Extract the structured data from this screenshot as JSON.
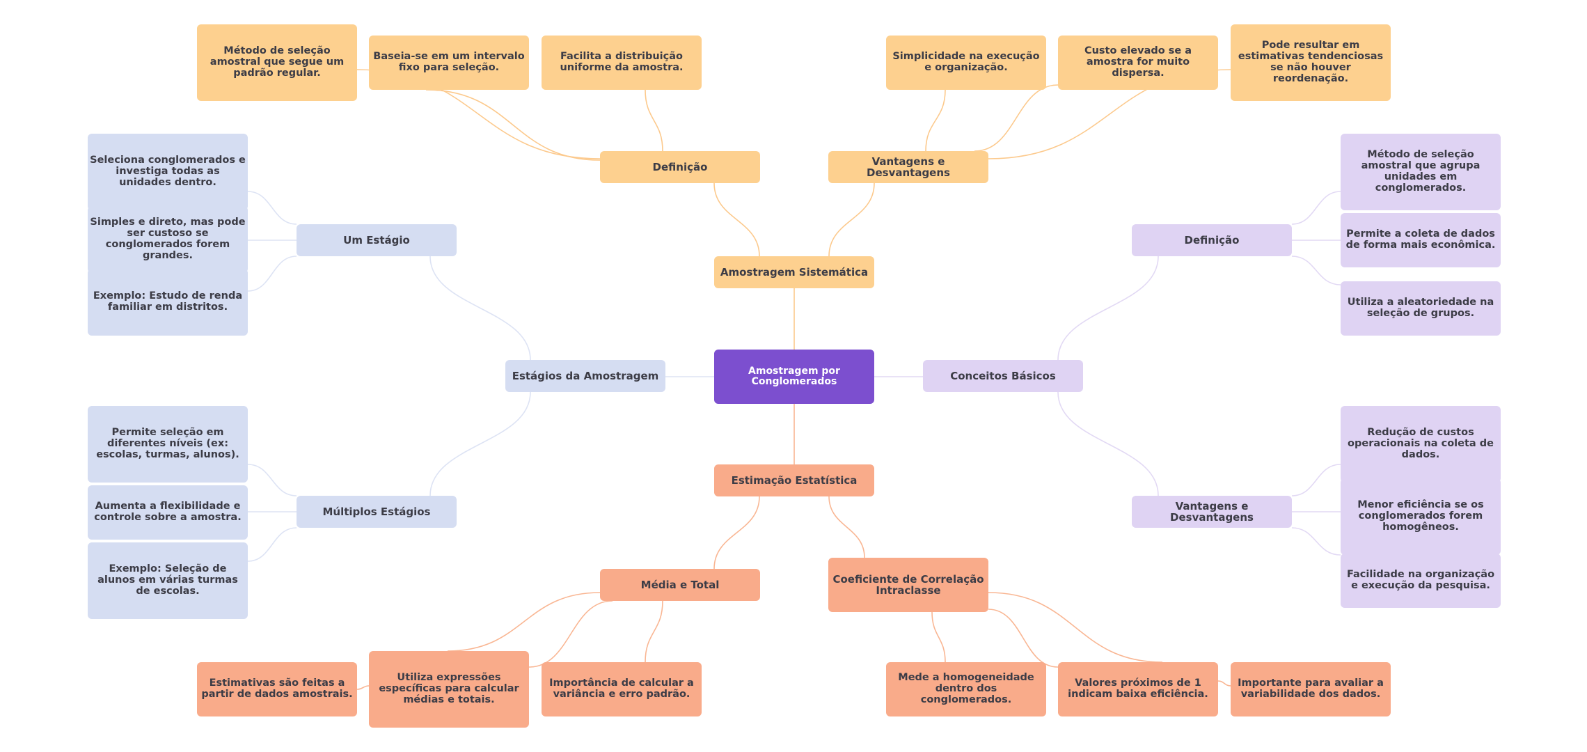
{
  "colors": {
    "root": "#7c4fcf",
    "orange": "#fdd08f",
    "orange_line": "#fcc98c",
    "blue": "#d5ddf2",
    "blue_line": "#dde3f4",
    "lavender": "#dfd3f3",
    "lavender_line": "#e2d9f4",
    "salmon": "#f9ab8a",
    "salmon_line": "#f9b693"
  },
  "root": {
    "label": "Amostragem por Conglomerados"
  },
  "branches": {
    "sistematica": {
      "label": "Amostragem Sistemática",
      "definicao": {
        "label": "Definição",
        "leaves": [
          "Método de seleção amostral que segue um padrão regular.",
          "Baseia-se em um intervalo fixo para seleção.",
          "Facilita a distribuição uniforme da amostra."
        ]
      },
      "vantagens": {
        "label": "Vantagens e Desvantagens",
        "leaves": [
          "Simplicidade na execução e organização.",
          "Custo elevado se a amostra for muito dispersa.",
          "Pode resultar em estimativas tendenciosas se não houver reordenação."
        ]
      }
    },
    "estagios": {
      "label": "Estágios da Amostragem",
      "um_estagio": {
        "label": "Um Estágio",
        "leaves": [
          "Seleciona conglomerados e investiga todas as unidades dentro.",
          "Simples e direto, mas pode ser custoso se conglomerados forem grandes.",
          "Exemplo: Estudo de renda familiar em distritos."
        ]
      },
      "multiplos": {
        "label": "Múltiplos Estágios",
        "leaves": [
          "Permite seleção em diferentes níveis (ex: escolas, turmas, alunos).",
          "Aumenta a flexibilidade e controle sobre a amostra.",
          "Exemplo: Seleção de alunos em várias turmas de escolas."
        ]
      }
    },
    "conceitos": {
      "label": "Conceitos Básicos",
      "definicao": {
        "label": "Definição",
        "leaves": [
          "Método de seleção amostral que agrupa unidades em conglomerados.",
          "Permite a coleta de dados de forma mais econômica.",
          "Utiliza a aleatoriedade na seleção de grupos."
        ]
      },
      "vantagens": {
        "label": "Vantagens e Desvantagens",
        "leaves": [
          "Redução de custos operacionais na coleta de dados.",
          "Menor eficiência se os conglomerados forem homogêneos.",
          "Facilidade na organização e execução da pesquisa."
        ]
      }
    },
    "estimacao": {
      "label": "Estimação Estatística",
      "media": {
        "label": "Média e Total",
        "leaves": [
          "Estimativas são feitas a partir de dados amostrais.",
          "Utiliza expressões específicas para calcular médias e totais.",
          "Importância de calcular a variância e erro padrão."
        ]
      },
      "coeficiente": {
        "label": "Coeficiente de Correlação Intraclasse",
        "leaves": [
          "Mede a homogeneidade dentro dos conglomerados.",
          "Valores próximos de 1 indicam baixa eficiência.",
          "Importante para avaliar a variabilidade dos dados."
        ]
      }
    }
  }
}
